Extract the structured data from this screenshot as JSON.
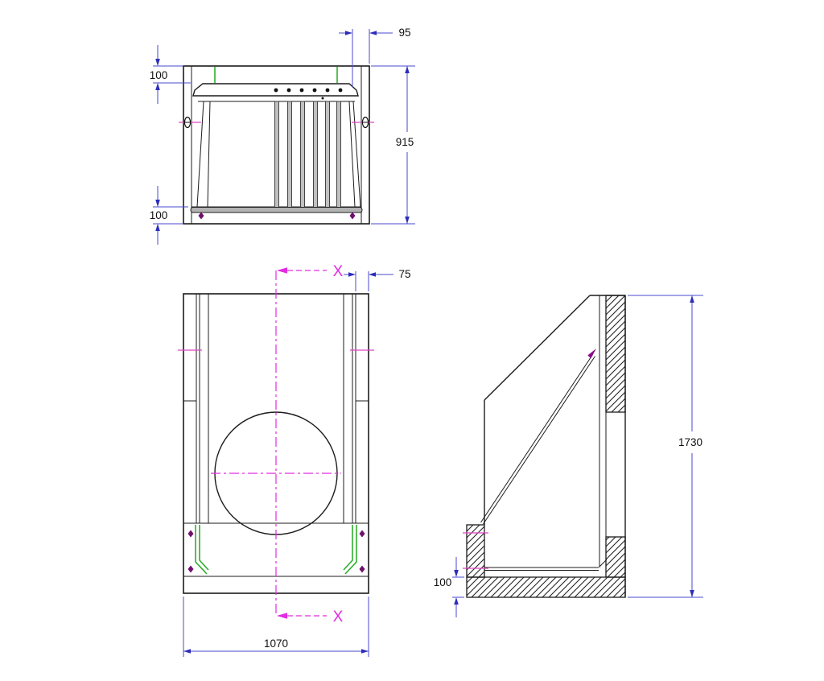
{
  "drawing": {
    "views": {
      "front_elevation": {
        "dims": {
          "top_depth": "100",
          "frame_offset": "95",
          "overall_height": "915",
          "bottom_depth": "100"
        }
      },
      "plan": {
        "section_label": "X",
        "dims": {
          "wall_thickness": "75",
          "overall_width": "1070"
        }
      },
      "side_section": {
        "dims": {
          "overall_height": "1730",
          "base_thickness": "100"
        }
      }
    },
    "colors": {
      "line": "#1c1c1c",
      "dimension_blue": "#4a4ad2",
      "centerline_magenta": "#e22be2",
      "tick_pink": "#e044c4",
      "marker_purple": "#70106e",
      "guide_green": "#2fae2f",
      "fill_gray": "#b2b2b2",
      "background": "#ffffff"
    }
  }
}
